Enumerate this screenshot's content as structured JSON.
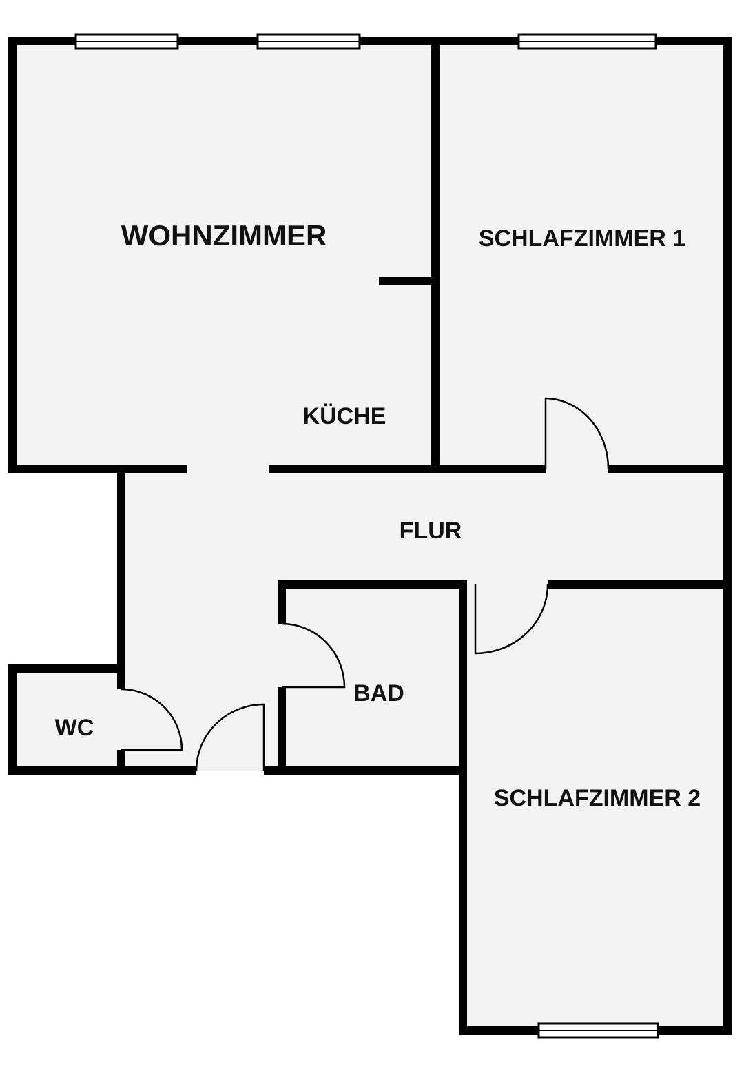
{
  "rooms": {
    "wohnzimmer": "WOHNZIMMER",
    "schlafzimmer1": "SCHLAFZIMMER 1",
    "kueche": "KÜCHE",
    "flur": "FLUR",
    "bad": "BAD",
    "wc": "WC",
    "schlafzimmer2": "SCHLAFZIMMER 2"
  },
  "colors": {
    "wall": "#000000",
    "floor": "#f3f3f3",
    "background": "#ffffff"
  }
}
